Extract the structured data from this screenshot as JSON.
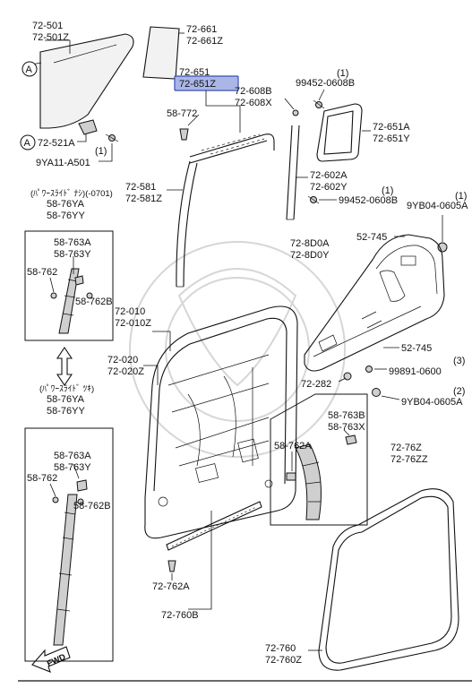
{
  "labels": {
    "l72501": "72-501",
    "l72501z": "72-501Z",
    "l72661": "72-661",
    "l72661z": "72-661Z",
    "l72651": "72-651",
    "l72651z": "72-651Z",
    "l99452a_qty": "(1)",
    "l99452a": "99452-0608B",
    "l72608b": "72-608B",
    "l72608x": "72-608X",
    "l58772": "58-772",
    "l72651a": "72-651A",
    "l72651y": "72-651Y",
    "l72521a": "72-521A",
    "l9ya11_qty": "(1)",
    "l9ya11": "9YA11-A501",
    "l72602a": "72-602A",
    "l72602y": "72-602Y",
    "l72581": "72-581",
    "l72581z": "72-581Z",
    "l99452b_qty": "(1)",
    "l99452b": "99452-0608B",
    "l9yb04a_qty": "(1)",
    "l9yb04a": "9YB04-0605A",
    "l_powerslide_top": "(ﾊﾟﾜｰｽﾗｲﾄﾞ ﾅｼ)(-0701)",
    "l5876ya_top": "58-76YA",
    "l5876yy_top": "58-76YY",
    "l728d0a": "72-8D0A",
    "l728d0y": "72-8D0Y",
    "l52745a": "52-745",
    "l58763a_top": "58-763A",
    "l58763y_top": "58-763Y",
    "l58762_top": "58-762",
    "l58762b_top": "58-762B",
    "l72010": "72-010",
    "l72010z": "72-010Z",
    "l72020": "72-020",
    "l72020z": "72-020Z",
    "l52745b": "52-745",
    "l99891_qty": "(3)",
    "l99891": "99891-0600",
    "l72282": "72-282",
    "l9yb04b_qty": "(2)",
    "l9yb04b": "9YB04-0605A",
    "l_powerslide_bot": "(ﾊﾟﾜｰｽﾗｲﾄﾞ ﾂｷ)",
    "l5876ya_bot": "58-76YA",
    "l5876yy_bot": "58-76YY",
    "l58763b": "58-763B",
    "l58763x": "58-763X",
    "l58762a": "58-762A",
    "l7276z": "72-76Z",
    "l7276zz": "72-76ZZ",
    "l58763a_bot": "58-763A",
    "l58763y_bot": "58-763Y",
    "l58762_bot": "58-762",
    "l58762b_bot": "58-762B",
    "l72762a": "72-762A",
    "l72760b": "72-760B",
    "l72760": "72-760",
    "l72760z": "72-760Z",
    "callout_a1": "A",
    "callout_a2": "A",
    "fwd": "FWD"
  },
  "colors": {
    "highlight_fill": "#a9b6e6",
    "highlight_stroke": "#3b4fb0",
    "line": "#111111"
  }
}
